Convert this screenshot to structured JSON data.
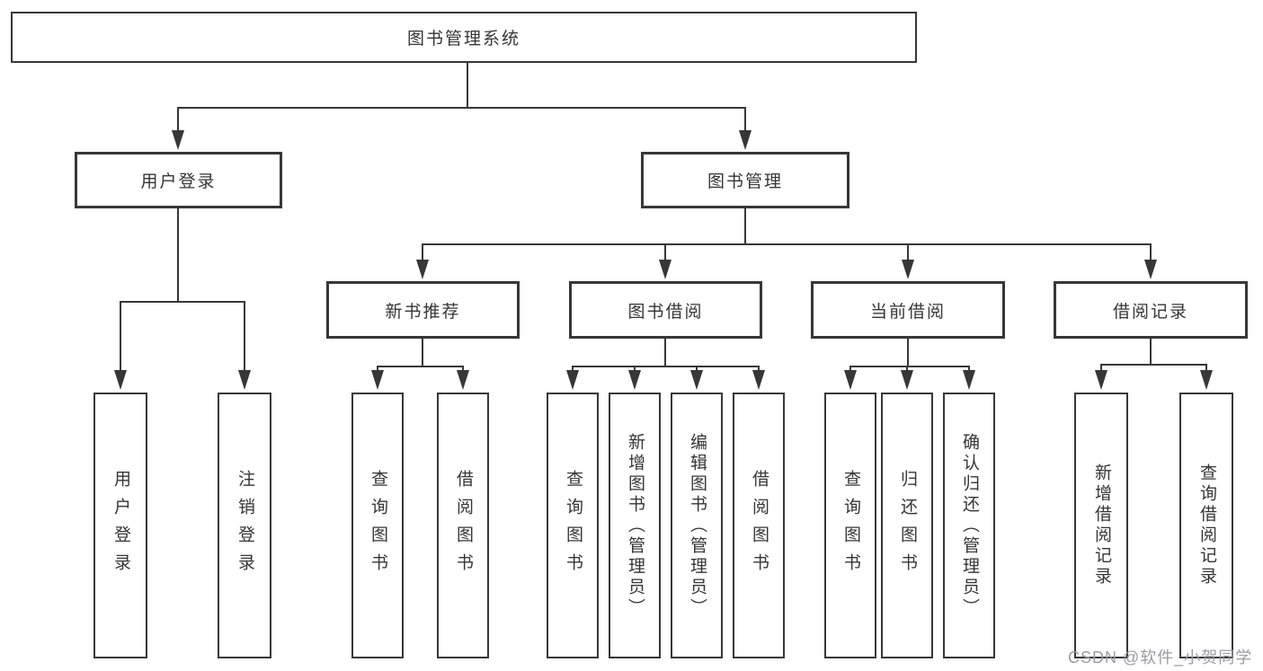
{
  "diagram_type": "hierarchy-tree",
  "tree": {
    "root": {
      "label": "图书管理系统",
      "children": [
        {
          "label": "用户登录",
          "children": [
            {
              "label": "用户登录"
            },
            {
              "label": "注销登录"
            }
          ]
        },
        {
          "label": "图书管理",
          "children": [
            {
              "label": "新书推荐",
              "children": [
                {
                  "label": "查询图书"
                },
                {
                  "label": "借阅图书"
                }
              ]
            },
            {
              "label": "图书借阅",
              "children": [
                {
                  "label": "查询图书"
                },
                {
                  "label": "新增图书（管理员）"
                },
                {
                  "label": "编辑图书（管理员）"
                },
                {
                  "label": "借阅图书"
                }
              ]
            },
            {
              "label": "当前借阅",
              "children": [
                {
                  "label": "查询图书"
                },
                {
                  "label": "归还图书"
                },
                {
                  "label": "确认归还（管理员）"
                }
              ]
            },
            {
              "label": "借阅记录",
              "children": [
                {
                  "label": "新增借阅记录"
                },
                {
                  "label": "查询借阅记录"
                }
              ]
            }
          ]
        }
      ]
    }
  },
  "watermark": {
    "text": "CSDN @软件_小贺同学"
  },
  "colors": {
    "line": "#373737",
    "box_border": "#373737",
    "text": "#353535",
    "watermark": "#9d9da1",
    "background": "#ffffff"
  }
}
